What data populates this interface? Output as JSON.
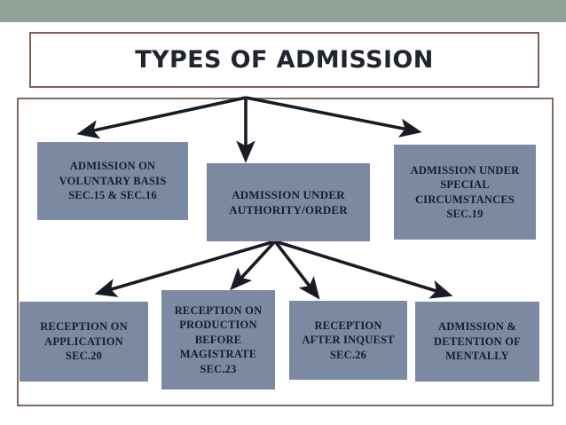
{
  "slide": {
    "header_bar_color": "#91a296",
    "frame_border_color": "#7d6a60",
    "background_color": "#ffffff"
  },
  "title": {
    "text": "TYPES OF ADMISSION",
    "border_color": "#7d5f55",
    "text_color": "#20252e"
  },
  "diagram": {
    "node_fill": "#7b8aa0",
    "node_text_color": "#171c28",
    "arrow_color": "#1b1b26",
    "nodes": [
      {
        "id": "voluntary",
        "lines": [
          "ADMISSION ON",
          "VOLUNTARY BASIS",
          "SEC.15 & SEC.16"
        ]
      },
      {
        "id": "authority",
        "lines": [
          "ADMISSION UNDER",
          "AUTHORITY/ORDER"
        ]
      },
      {
        "id": "special",
        "lines": [
          "ADMISSION UNDER",
          "SPECIAL",
          "CIRCUMSTANCES",
          "SEC.19"
        ]
      },
      {
        "id": "application",
        "lines": [
          "RECEPTION ON",
          "APPLICATION",
          "SEC.20"
        ]
      },
      {
        "id": "production",
        "lines": [
          "RECEPTION ON",
          "PRODUCTION",
          "BEFORE",
          "MAGISTRATE",
          "SEC.23"
        ]
      },
      {
        "id": "inquest",
        "lines": [
          "RECEPTION",
          "AFTER INQUEST",
          "SEC.26"
        ]
      },
      {
        "id": "mentally",
        "lines": [
          "ADMISSION &",
          "DETENTION OF",
          "MENTALLY"
        ]
      }
    ],
    "connections": [
      {
        "from": "title",
        "to": "voluntary"
      },
      {
        "from": "title",
        "to": "authority"
      },
      {
        "from": "title",
        "to": "special"
      },
      {
        "from": "authority",
        "to": "application"
      },
      {
        "from": "authority",
        "to": "production"
      },
      {
        "from": "authority",
        "to": "inquest"
      },
      {
        "from": "authority",
        "to": "mentally"
      }
    ]
  }
}
